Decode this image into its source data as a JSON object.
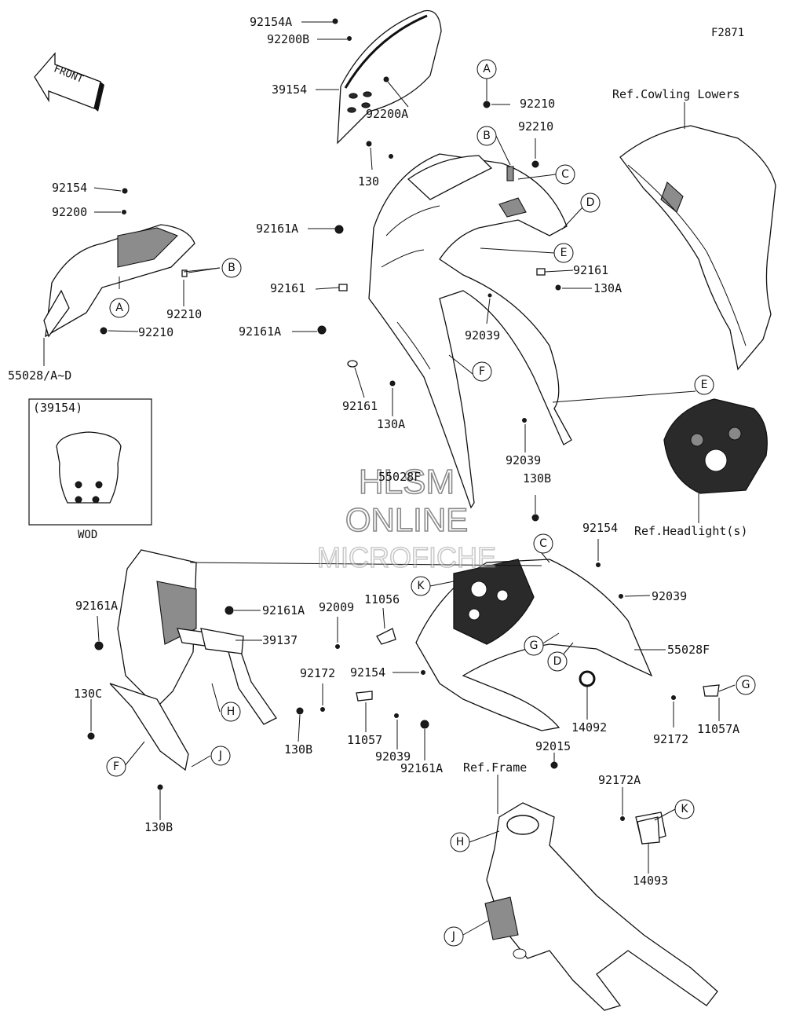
{
  "figure_code": "F2871",
  "front_arrow_label": "FRONT",
  "inset": {
    "title": "(39154)",
    "caption": "WOD"
  },
  "watermark": {
    "line1": "HLSM",
    "line2": "ONLINE",
    "line3": "MICROFICHE"
  },
  "references": {
    "cowling_lowers": "Ref.Cowling Lowers",
    "headlight": "Ref.Headlight(s)",
    "frame": "Ref.Frame"
  },
  "labels": {
    "p92154A": "92154A",
    "p92200B": "92200B",
    "p39154": "39154",
    "p92200A": "92200A",
    "p130_top": "130",
    "p92210_a": "92210",
    "p92210_b": "92210",
    "p92161A_1": "92161A",
    "p92161_1": "92161",
    "p92161A_2": "92161A",
    "p92161_2": "92161",
    "p130A_1": "130A",
    "p92161_3": "92161",
    "p130A_2": "130A",
    "p92039_1": "92039",
    "p92039_2": "92039",
    "p55028F_top": "55028F",
    "p92154_left": "92154",
    "p92200_left": "92200",
    "p92210_left1": "92210",
    "p92210_left2": "92210",
    "p55028AD": "55028/A~D",
    "p130B_1": "130B",
    "p92154_right": "92154",
    "p92039_3": "92039",
    "p55028F_right": "55028F",
    "p92161A_3": "92161A",
    "p92161A_4": "92161A",
    "p39137": "39137",
    "p92009": "92009",
    "p11056": "11056",
    "p92154_mid": "92154",
    "p92172_1": "92172",
    "p11057": "11057",
    "p92039_4": "92039",
    "p92161A_5": "92161A",
    "p14092": "14092",
    "p92172_2": "92172",
    "p11057A": "11057A",
    "p130C": "130C",
    "p130B_2": "130B",
    "p130B_3": "130B",
    "p92015": "92015",
    "p92172A": "92172A",
    "p14093": "14093"
  },
  "callouts": [
    "A",
    "B",
    "C",
    "D",
    "E",
    "F",
    "G",
    "H",
    "J",
    "K"
  ]
}
